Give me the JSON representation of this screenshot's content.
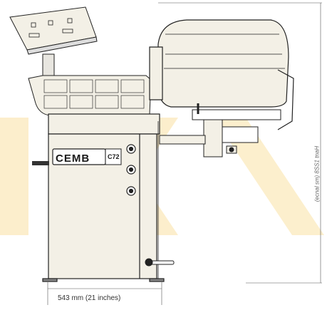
{
  "figure": {
    "brand_label": "CEMB",
    "model_label": "C72",
    "width_dimension": "543 mm (21 inches)",
    "height_dimension": "(ecnal sm) 8SS1 tnaH"
  },
  "colors": {
    "background": "#ffffff",
    "watermark": "#f7d070",
    "line": "#222222",
    "body_fill": "#f3f0e6"
  }
}
